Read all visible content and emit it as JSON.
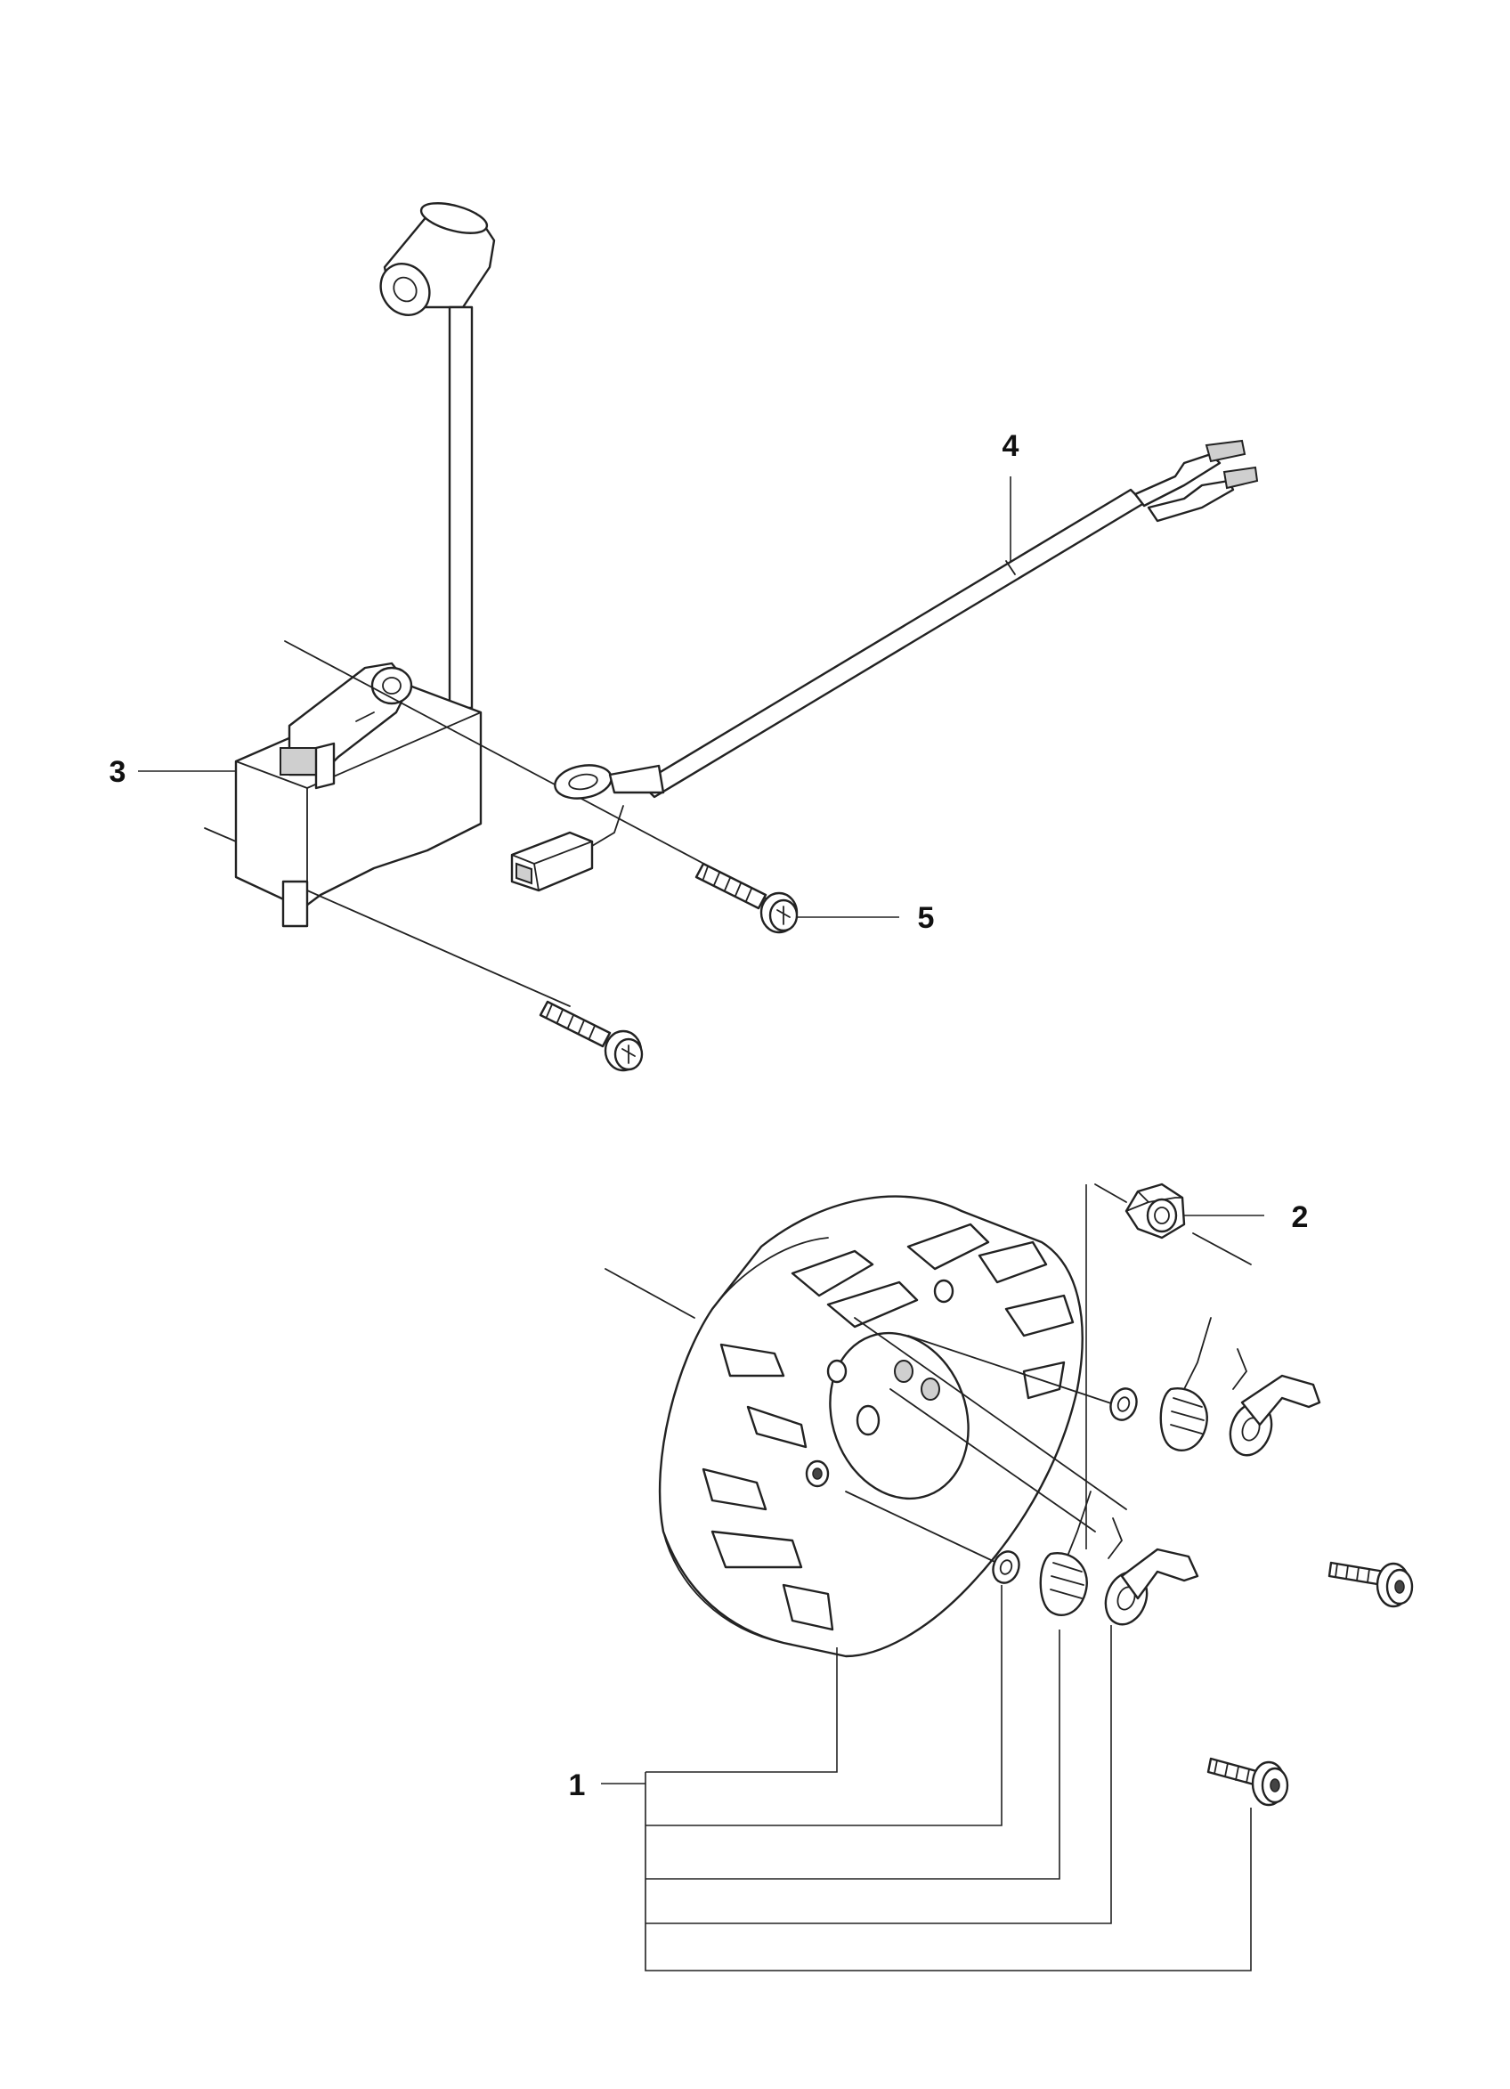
{
  "diagram": {
    "callouts": {
      "flywheel_kit": "1",
      "nut": "2",
      "ignition_module": "3",
      "wire_harness": "4",
      "screw": "5"
    }
  }
}
